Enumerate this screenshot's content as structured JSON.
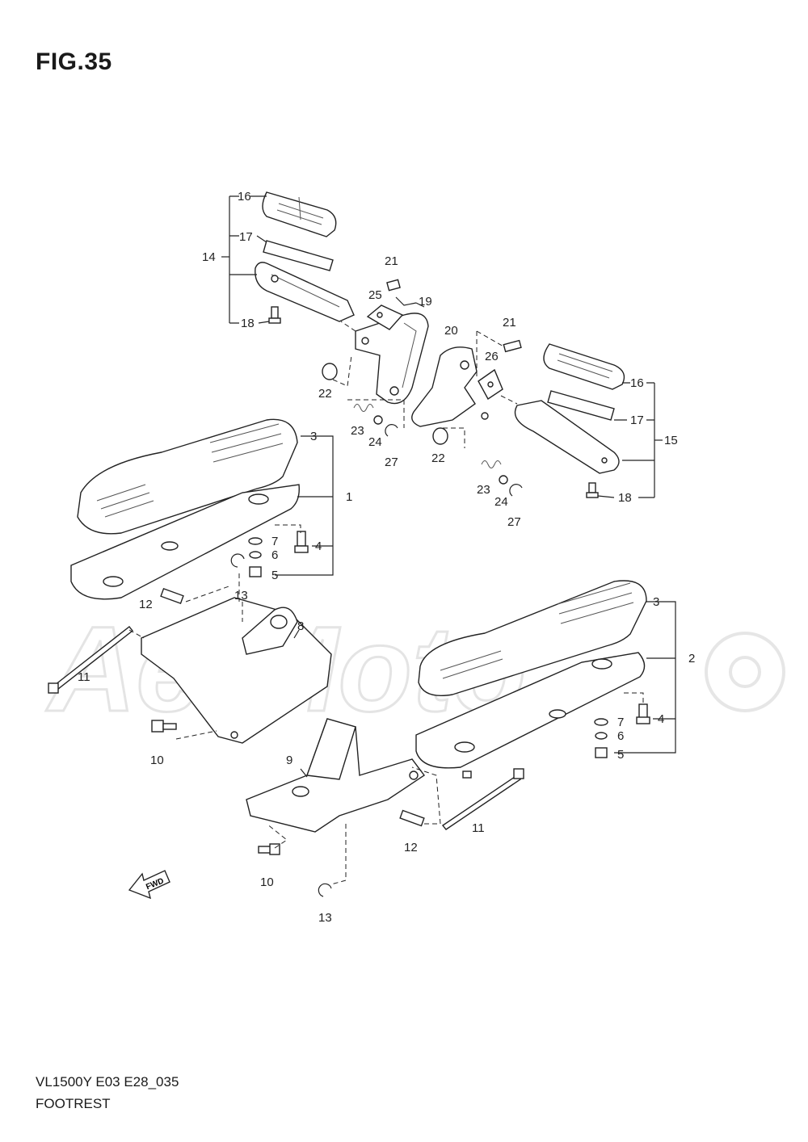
{
  "figure": {
    "title": "FIG.35"
  },
  "footer": {
    "model_code": "VL1500Y  E03  E28_035",
    "section_name": "FOOTREST"
  },
  "direction_arrow": {
    "label": "FWD"
  },
  "watermark": {
    "text": "AeiMoto"
  },
  "callouts": {
    "c1": "1",
    "c2": "2",
    "c3a": "3",
    "c3b": "3",
    "c4a": "4",
    "c4b": "4",
    "c5a": "5",
    "c5b": "5",
    "c6a": "6",
    "c6b": "6",
    "c7a": "7",
    "c7b": "7",
    "c8": "8",
    "c9": "9",
    "c10a": "10",
    "c10b": "10",
    "c11a": "11",
    "c11b": "11",
    "c12a": "12",
    "c12b": "12",
    "c13a": "13",
    "c13b": "13",
    "c14": "14",
    "c15": "15",
    "c16a": "16",
    "c16b": "16",
    "c17a": "17",
    "c17b": "17",
    "c18a": "18",
    "c18b": "18",
    "c19": "19",
    "c20": "20",
    "c21a": "21",
    "c21b": "21",
    "c22a": "22",
    "c22b": "22",
    "c23a": "23",
    "c23b": "23",
    "c24a": "24",
    "c24b": "24",
    "c25": "25",
    "c26": "26",
    "c27a": "27",
    "c27b": "27"
  }
}
